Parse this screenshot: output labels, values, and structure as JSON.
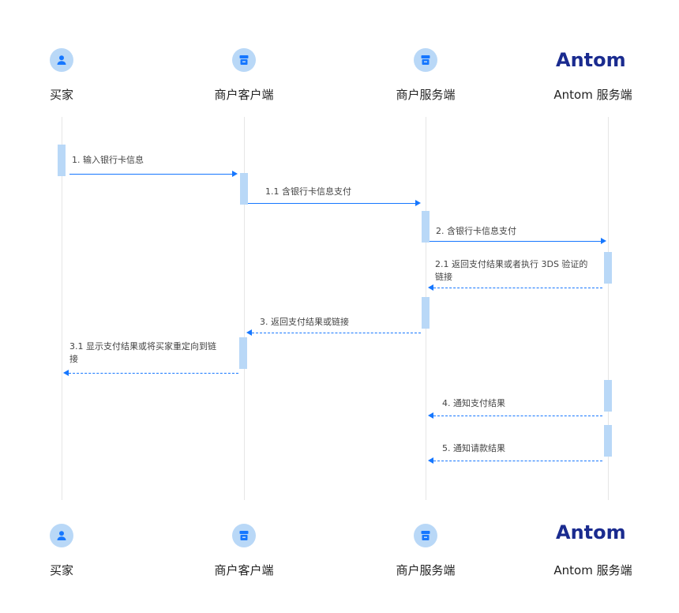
{
  "participants": [
    {
      "name": "买家",
      "icon": "user-icon"
    },
    {
      "name": "商户客户端",
      "icon": "store-icon"
    },
    {
      "name": "商户服务端",
      "icon": "store-icon"
    },
    {
      "name": "Antom 服务端",
      "icon": "antom-logo",
      "logo_text": "Antom"
    }
  ],
  "messages": [
    {
      "label": "1. 输入银行卡信息",
      "from": "买家",
      "to": "商户客户端",
      "style": "solid"
    },
    {
      "label": "1.1 含银行卡信息支付",
      "from": "商户客户端",
      "to": "商户服务端",
      "style": "solid"
    },
    {
      "label": "2. 含银行卡信息支付",
      "from": "商户服务端",
      "to": "Antom 服务端",
      "style": "solid"
    },
    {
      "label_lines": [
        "2.1 返回支付结果或者执行 3DS 验证的",
        "链接"
      ],
      "from": "Antom 服务端",
      "to": "商户服务端",
      "style": "dashed"
    },
    {
      "label": "3. 返回支付结果或链接",
      "from": "商户服务端",
      "to": "商户客户端",
      "style": "dashed"
    },
    {
      "label_lines": [
        "3.1 显示支付结果或将买家重定向到链",
        "接"
      ],
      "from": "商户客户端",
      "to": "买家",
      "style": "dashed"
    },
    {
      "label": "4. 通知支付结果",
      "from": "Antom 服务端",
      "to": "商户服务端",
      "style": "dashed"
    },
    {
      "label": "5. 通知请款结果",
      "from": "Antom 服务端",
      "to": "商户服务端",
      "style": "dashed"
    }
  ],
  "colors": {
    "accent": "#1677ff",
    "activation": "#b9d8f7",
    "logo": "#1a2b8f"
  }
}
